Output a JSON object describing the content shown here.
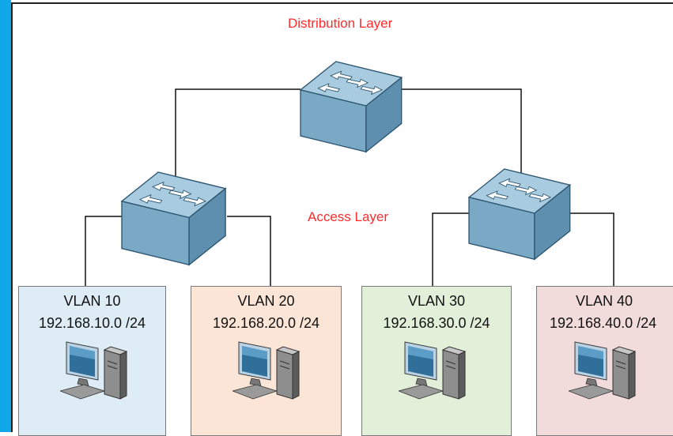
{
  "labels": {
    "distribution": "Distribution Layer",
    "access": "Access Layer"
  },
  "vlans": [
    {
      "name": "VLAN 10",
      "subnet": "192.168.10.0 /24",
      "color": "#deedf5"
    },
    {
      "name": "VLAN 20",
      "subnet": "192.168.20.0 /24",
      "color": "#fbe5d6"
    },
    {
      "name": "VLAN 30",
      "subnet": "192.168.30.0 /24",
      "color": "#e2efd9"
    },
    {
      "name": "VLAN 40",
      "subnet": "192.168.40.0 /24",
      "color": "#f2dcdb"
    }
  ],
  "colors": {
    "accent_bar": "#10a8e8",
    "layer_text": "#ff2a2a",
    "switch_top": "#a9cbe0",
    "switch_front": "#7aa9c6",
    "switch_side": "#5e8fae"
  },
  "icons": [
    "multilayer-switch-icon",
    "workstation-icon"
  ]
}
